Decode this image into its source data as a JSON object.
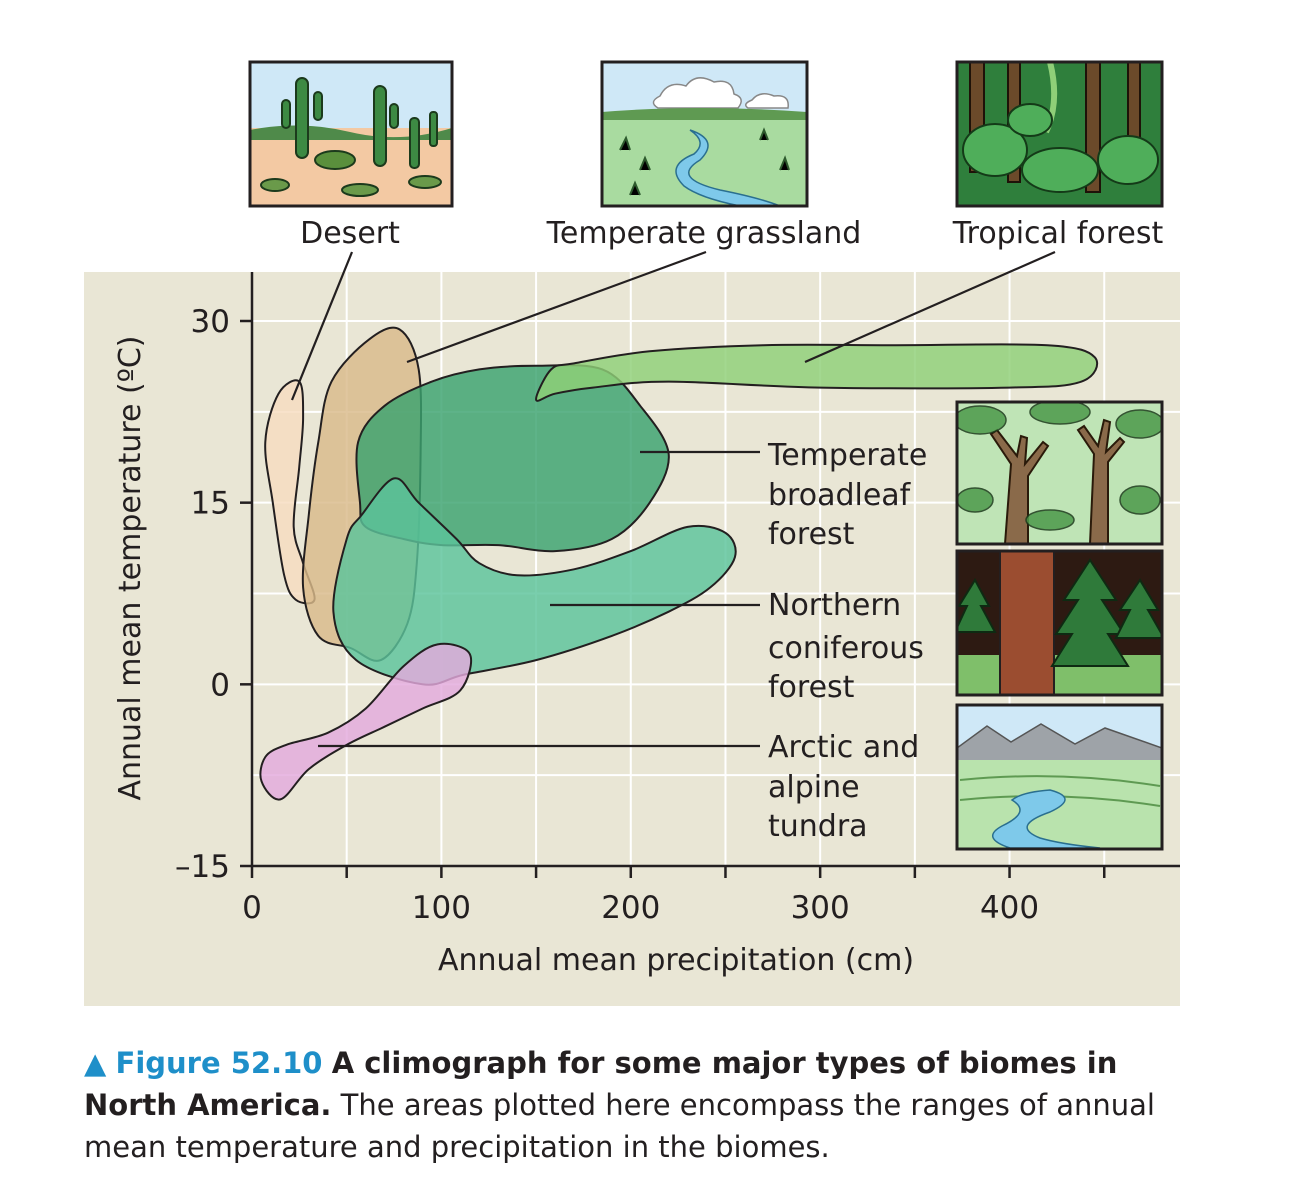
{
  "chart_data": {
    "type": "area",
    "xlabel": "Annual mean precipitation (cm)",
    "ylabel": "Annual mean temperature (ºC)",
    "xlim": [
      0,
      490
    ],
    "ylim": [
      -15,
      33
    ],
    "x_ticks": [
      0,
      50,
      100,
      150,
      200,
      250,
      300,
      350,
      400,
      450
    ],
    "x_tick_labels": [
      "0",
      "",
      "100",
      "",
      "200",
      "",
      "300",
      "",
      "400",
      ""
    ],
    "y_ticks": [
      -15,
      0,
      15,
      30
    ],
    "y_tick_labels": [
      "–15",
      "0",
      "15",
      "30"
    ],
    "grid": true,
    "series": [
      {
        "name": "Desert",
        "color": "#f6dcc0",
        "region": [
          [
            25,
            25
          ],
          [
            27,
            22
          ],
          [
            25,
            18
          ],
          [
            22,
            13
          ],
          [
            27,
            10
          ],
          [
            33,
            7
          ],
          [
            23,
            7
          ],
          [
            17,
            9
          ],
          [
            11,
            15
          ],
          [
            7,
            20
          ],
          [
            14,
            24
          ]
        ]
      },
      {
        "name": "Temperate grassland",
        "color": "#d9b98a",
        "region": [
          [
            62,
            28.5
          ],
          [
            78,
            29.3
          ],
          [
            88,
            26
          ],
          [
            89,
            19
          ],
          [
            87,
            10
          ],
          [
            82,
            5
          ],
          [
            68,
            2
          ],
          [
            52,
            3
          ],
          [
            35,
            4
          ],
          [
            27,
            8
          ],
          [
            30,
            14
          ],
          [
            35,
            20
          ],
          [
            42,
            25
          ]
        ]
      },
      {
        "name": "Temperate broadleaf forest",
        "color": "#3aa26f",
        "region": [
          [
            120,
            26
          ],
          [
            150,
            26.3
          ],
          [
            185,
            26
          ],
          [
            205,
            23
          ],
          [
            220,
            19
          ],
          [
            210,
            15
          ],
          [
            190,
            12
          ],
          [
            160,
            11
          ],
          [
            130,
            11.5
          ],
          [
            100,
            11.5
          ],
          [
            80,
            12
          ],
          [
            60,
            13
          ],
          [
            57,
            15
          ],
          [
            56,
            20
          ],
          [
            70,
            23
          ],
          [
            95,
            25
          ]
        ]
      },
      {
        "name": "Northern coniferous forest",
        "color": "#5cc39b",
        "region": [
          [
            75,
            17
          ],
          [
            88,
            15
          ],
          [
            108,
            12
          ],
          [
            120,
            10
          ],
          [
            140,
            9
          ],
          [
            170,
            9.5
          ],
          [
            200,
            11
          ],
          [
            230,
            13
          ],
          [
            250,
            12.5
          ],
          [
            255,
            10.5
          ],
          [
            242,
            8
          ],
          [
            220,
            6
          ],
          [
            190,
            4
          ],
          [
            150,
            2
          ],
          [
            112,
            0.8
          ],
          [
            90,
            0
          ],
          [
            55,
            2
          ],
          [
            43,
            6
          ],
          [
            50,
            12
          ],
          [
            58,
            14
          ]
        ]
      },
      {
        "name": "Tropical forest",
        "color": "#8fcf78",
        "region": [
          [
            170,
            26.5
          ],
          [
            210,
            27.5
          ],
          [
            270,
            28
          ],
          [
            340,
            28
          ],
          [
            420,
            28
          ],
          [
            445,
            27
          ],
          [
            438,
            25
          ],
          [
            400,
            24.5
          ],
          [
            300,
            24.5
          ],
          [
            220,
            25
          ],
          [
            180,
            24.5
          ],
          [
            160,
            24
          ],
          [
            150,
            23.5
          ],
          [
            158,
            26
          ]
        ]
      },
      {
        "name": "Arctic and alpine tundra",
        "color": "#e3a9dd",
        "region": [
          [
            98,
            3.3
          ],
          [
            115,
            2.5
          ],
          [
            110,
            -0.5
          ],
          [
            90,
            -2
          ],
          [
            70,
            -3.5
          ],
          [
            50,
            -5
          ],
          [
            30,
            -7
          ],
          [
            15,
            -9.5
          ],
          [
            5,
            -8
          ],
          [
            7,
            -6
          ],
          [
            18,
            -5
          ],
          [
            40,
            -4
          ],
          [
            60,
            -2
          ],
          [
            80,
            1.5
          ]
        ]
      }
    ],
    "labels": [
      {
        "series": "Desert",
        "text": [
          "Desert"
        ]
      },
      {
        "series": "Temperate grassland",
        "text": [
          "Temperate grassland"
        ]
      },
      {
        "series": "Tropical forest",
        "text": [
          "Tropical forest"
        ]
      },
      {
        "series": "Temperate broadleaf forest",
        "text": [
          "Temperate",
          "broadleaf",
          "forest"
        ]
      },
      {
        "series": "Northern coniferous forest",
        "text": [
          "Northern",
          "coniferous",
          "forest"
        ]
      },
      {
        "series": "Arctic and alpine tundra",
        "text": [
          "Arctic and",
          "alpine",
          "tundra"
        ]
      }
    ]
  },
  "caption": {
    "marker": "▲",
    "figure_number": "Figure 52.10",
    "title": "A climograph for some major types of biomes in North America.",
    "body": "The areas plotted here encompass the ranges of annual mean temperature and precipitation in the biomes."
  },
  "illustrations": [
    {
      "name": "desert-illustration",
      "icon": "desert-saguaro-scene"
    },
    {
      "name": "grassland-illustration",
      "icon": "grassland-stream-scene"
    },
    {
      "name": "tropical-forest-illustration",
      "icon": "rainforest-scene"
    },
    {
      "name": "broadleaf-forest-illustration",
      "icon": "deciduous-trees-scene"
    },
    {
      "name": "coniferous-forest-illustration",
      "icon": "conifer-trees-scene"
    },
    {
      "name": "tundra-illustration",
      "icon": "mountain-stream-scene"
    }
  ]
}
